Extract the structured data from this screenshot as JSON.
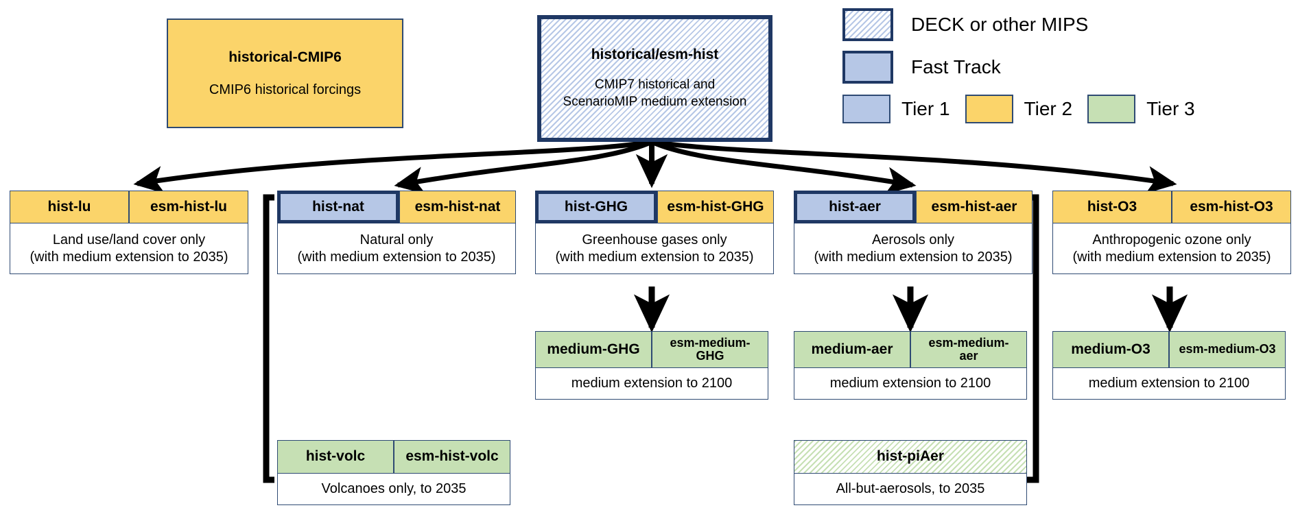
{
  "top_boxes": [
    {
      "id": "historical-cmip6",
      "title": "historical-CMIP6",
      "subtitle": "CMIP6 historical forcings",
      "fill": "#fbd46a",
      "style": "solid"
    },
    {
      "id": "historical-esm-hist",
      "title": "historical/esm-hist",
      "subtitle_line1": "CMIP7 historical and",
      "subtitle_line2": "ScenarioMIP medium extension",
      "fill": "#b6c7e6",
      "style": "hatched-thick-outline"
    }
  ],
  "legend": {
    "items": [
      {
        "label": "DECK or other MIPS",
        "swatch": "hatched-blue",
        "outline": "thick"
      },
      {
        "label": "Fast Track",
        "swatch": "#b6c7e6",
        "outline": "thick"
      }
    ],
    "tiers": [
      {
        "label": "Tier 1",
        "color": "#b6c7e6"
      },
      {
        "label": "Tier 2",
        "color": "#fbd46a"
      },
      {
        "label": "Tier 3",
        "color": "#c6e0b4"
      }
    ]
  },
  "main_row": [
    {
      "id": "lu",
      "left": {
        "label": "hist-lu",
        "fill": "#fbd46a",
        "emphasis": false
      },
      "right": {
        "label": "esm-hist-lu",
        "fill": "#fbd46a",
        "emphasis": false
      },
      "desc_line1": "Land use/land cover only",
      "desc_line2": "(with medium extension to 2035)"
    },
    {
      "id": "nat",
      "left": {
        "label": "hist-nat",
        "fill": "#b6c7e6",
        "emphasis": true
      },
      "right": {
        "label": "esm-hist-nat",
        "fill": "#fbd46a",
        "emphasis": false
      },
      "desc_line1": "Natural only",
      "desc_line2": "(with medium extension to 2035)"
    },
    {
      "id": "ghg",
      "left": {
        "label": "hist-GHG",
        "fill": "#b6c7e6",
        "emphasis": true
      },
      "right": {
        "label": "esm-hist-GHG",
        "fill": "#fbd46a",
        "emphasis": false
      },
      "desc_line1": "Greenhouse gases only",
      "desc_line2": "(with medium extension to 2035)"
    },
    {
      "id": "aer",
      "left": {
        "label": "hist-aer",
        "fill": "#b6c7e6",
        "emphasis": true
      },
      "right": {
        "label": "esm-hist-aer",
        "fill": "#fbd46a",
        "emphasis": false
      },
      "desc_line1": "Aerosols only",
      "desc_line2": "(with medium extension to 2035)"
    },
    {
      "id": "o3",
      "left": {
        "label": "hist-O3",
        "fill": "#fbd46a",
        "emphasis": false
      },
      "right": {
        "label": "esm-hist-O3",
        "fill": "#fbd46a",
        "emphasis": false
      },
      "desc_line1": "Anthropogenic ozone only",
      "desc_line2": "(with medium extension to 2035)"
    }
  ],
  "medium_row": [
    {
      "id": "medium-ghg",
      "left": {
        "label": "medium-GHG"
      },
      "right": {
        "label_line1": "esm-medium-",
        "label_line2": "GHG"
      },
      "desc": "medium extension to 2100",
      "fill": "#c6e0b4"
    },
    {
      "id": "medium-aer",
      "left": {
        "label": "medium-aer"
      },
      "right": {
        "label_line1": "esm-medium-",
        "label_line2": "aer"
      },
      "desc": "medium extension to 2100",
      "fill": "#c6e0b4"
    },
    {
      "id": "medium-o3",
      "left": {
        "label": "medium-O3"
      },
      "right": {
        "label_line1": "esm-medium-O3",
        "label_line2": ""
      },
      "desc": "medium extension to 2100",
      "fill": "#c6e0b4"
    }
  ],
  "bottom_row": [
    {
      "id": "hist-volc",
      "left": {
        "label": "hist-volc"
      },
      "right": {
        "label": "esm-hist-volc"
      },
      "desc": "Volcanoes only, to 2035",
      "fill": "#c6e0b4",
      "style": "solid"
    },
    {
      "id": "hist-piAer",
      "single": {
        "label": "hist-piAer"
      },
      "desc": "All-but-aerosols, to 2035",
      "fill": "#c6e0b4",
      "style": "hatched"
    }
  ],
  "colors": {
    "tier1": "#b6c7e6",
    "tier2": "#fbd46a",
    "tier3": "#c6e0b4",
    "outline_dark": "#1f3864",
    "outline_light": "#2e4a73",
    "arrow": "#000000"
  }
}
